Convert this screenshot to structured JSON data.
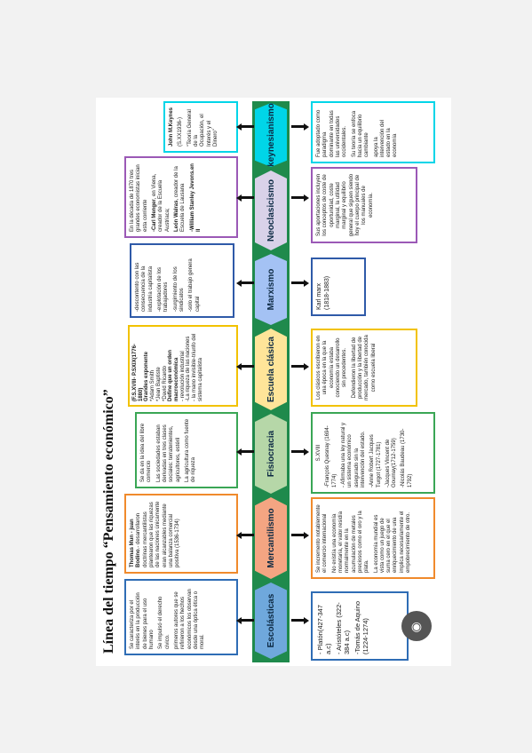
{
  "title": "Línea del tiempo “Pensamiento económico”",
  "colors": {
    "strip": "#1f8a4c",
    "escolasticas": "#6fa8dc",
    "mercantilismo": "#f4a582",
    "fisiocracia": "#b6d7a8",
    "escuela_clasica": "#ffe599",
    "marxismo": "#a4c2f4",
    "neoclasicismo": "#d9d2e9",
    "keynesianismo": "#00d5e8"
  },
  "stages": [
    {
      "label": "Escolásticas"
    },
    {
      "label": "Mercantilismo"
    },
    {
      "label": "Fisiocracia"
    },
    {
      "label": "Escuela clásica"
    },
    {
      "label": "Marxismo"
    },
    {
      "label": "Neoclasicismo"
    },
    {
      "label": "keynesianismo"
    }
  ],
  "top_boxes": {
    "escolasticas": [
      "Se caracteriza por el interés en la producción de bienes para el uso humano",
      "Se impulsó el derecho civico.",
      "primeros autores que se refirieron a los hechos económicos los observan desde una óptica ética o moral."
    ],
    "mercantilismo": [
      "Thomas Mun - juan Bodino",
      ".- desarrollaron doctrinas mercantilistas plantearon que las riquezas de las naciones únicamente eran alcanzables mediante una balanza comercial positiva (1536-1734)"
    ],
    "fisiocracia": [
      "Se da en la idea del libre comercio",
      "Las sociedades estaban derivadas en tres clases sociales: terratenientes, agricultores, estéril",
      "La agricultura como fuente de riqueza"
    ],
    "escuela_clasica": [
      "(F.S.XVIII- P.SXIX(1776-1880)",
      "Grandes exponente",
      "*Adam Smith",
      "*Jean Baptiste",
      "*David Ricardo",
      "Define que un orden macroeconómica",
      "- revolución industrial",
      "-La riqueza de las naciones",
      "- la mano invisible-triunfo del sistema capitalista"
    ],
    "marxismo": [
      "-descontento con las consecuencia de la industria capitalista",
      "-explotación de los trabajadores",
      "-surgimiento de los sindicatos",
      "-solo el trabajo genera capital"
    ],
    "neoclasicismo": [
      "En la década de 1870 tres grandes economistas inician esta corriente",
      "-Carl Menger",
      ", en Viena, creador de la Escuela Austriaca;",
      "León Walras",
      ", creador de la Escuela de Lausana",
      "-William Stanley Jevons.en II"
    ],
    "keynesianismo": [
      "John M.Keynes",
      "(S.XX1936-)",
      "\"Teoría General de la Ocupación, el Interés y el Dinero\""
    ]
  },
  "bottom_boxes": {
    "escolasticas": [
      "- Platón(427-347 a.c)",
      "- Aristóteles (322-384 a.c)",
      "-Tomás de Aquino (1224-1274)"
    ],
    "mercantilismo": [
      "Se incremento notablemente el comercio internacional",
      "No existía una economía monetaria, el valor residía normalmente en la acumulación de metales preciosos como el oro y la plata.",
      "La economía mundial es vista como un juego de suma cero en el que el enriquecimiento de una implica necesariamente el empobrecimiento de otro."
    ],
    "fisiocracia": [
      "S.XVIII",
      "-François Quesnay (1694-1774)",
      "- Afirmaba una ley natural y un sistema económico asegurado sin la intervención del estado.",
      "-Anne Robert Jacques Turgot (1727-1781)",
      "-Jacques Vincent de Gournay(1712-1759)",
      "-Nicolás Baudeau (1730-1792)"
    ],
    "escuela_clasica": [
      "Los clásicos escribieron en una época en la que la economía estaba conociendo un desarrollo sin precedentes.",
      "Defendieron la libertad de producción y la libertad de mercado, también conocida como escuela liberal"
    ],
    "marxismo": [
      "Karl marx (1818-1883)"
    ],
    "neoclasicismo": [
      "Sus aportaciones incluyen los conceptos de coste de oportunidad, coste marginal, la utilidad marginal y equilibrio general que siguen siendo hoy el cuerpo principal de los manuales de economía."
    ],
    "keynesianismo": [
      "Fue adoptado como paradigma dominante en todas las universidades occidentales.",
      "Su teoría se enfoca hacia un equilibrio cambiante",
      "apoya la intervención del estado en la economía"
    ]
  },
  "icons": [
    "arrow-up-icon",
    "arrow-down-icon",
    "lens-icon"
  ]
}
